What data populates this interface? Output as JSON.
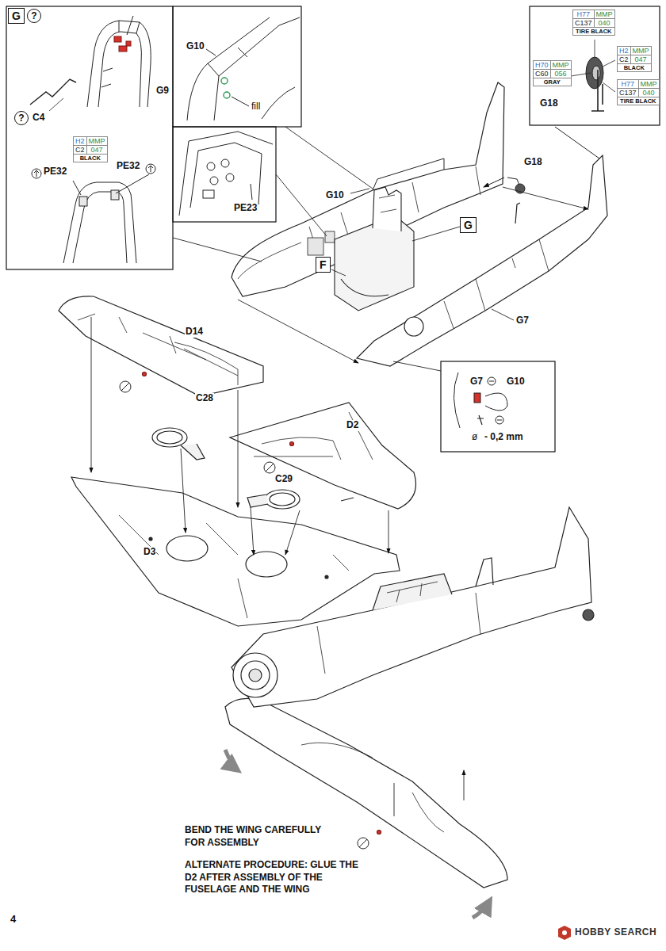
{
  "diagram": {
    "nodes": [
      {
        "text": [
          "G"
        ]
      },
      {
        "text": [
          "?"
        ]
      },
      {
        "text": [
          "?"
        ]
      },
      {
        "text": [
          "H2",
          "MMP",
          "C2",
          "047",
          "BLACK"
        ]
      },
      {
        "text": [
          "H77",
          "MMP",
          "C137",
          "040",
          "TIRE BLACK"
        ]
      },
      {
        "text": [
          "H70",
          "MMP",
          "C60",
          "056",
          "GRAY"
        ]
      },
      {
        "text": [
          "H2",
          "MMP",
          "C2",
          "047",
          "BLACK"
        ]
      },
      {
        "text": [
          "H77",
          "MMP",
          "C137",
          "040",
          "TIRE BLACK"
        ]
      },
      {
        "text": [
          "G"
        ]
      },
      {
        "text": [
          "F"
        ]
      }
    ],
    "labels": [
      "G9",
      "C4",
      "PE32",
      "PE32",
      "G10",
      "fill",
      "PE23",
      "G18",
      "G18",
      "G10",
      "G7",
      "D14",
      "C28",
      "D2",
      "C29",
      "D3",
      "G7",
      "G10",
      "ø",
      "- 0,2 mm",
      "BEND THE WING CAREFULLY FOR ASSEMBLY",
      "ALTERNATE PROCEDURE: GLUE THE D2 AFTER ASSEMBLY OF THE FUSELAGE AND THE WING",
      "4",
      "HOBBY SEARCH"
    ]
  }
}
